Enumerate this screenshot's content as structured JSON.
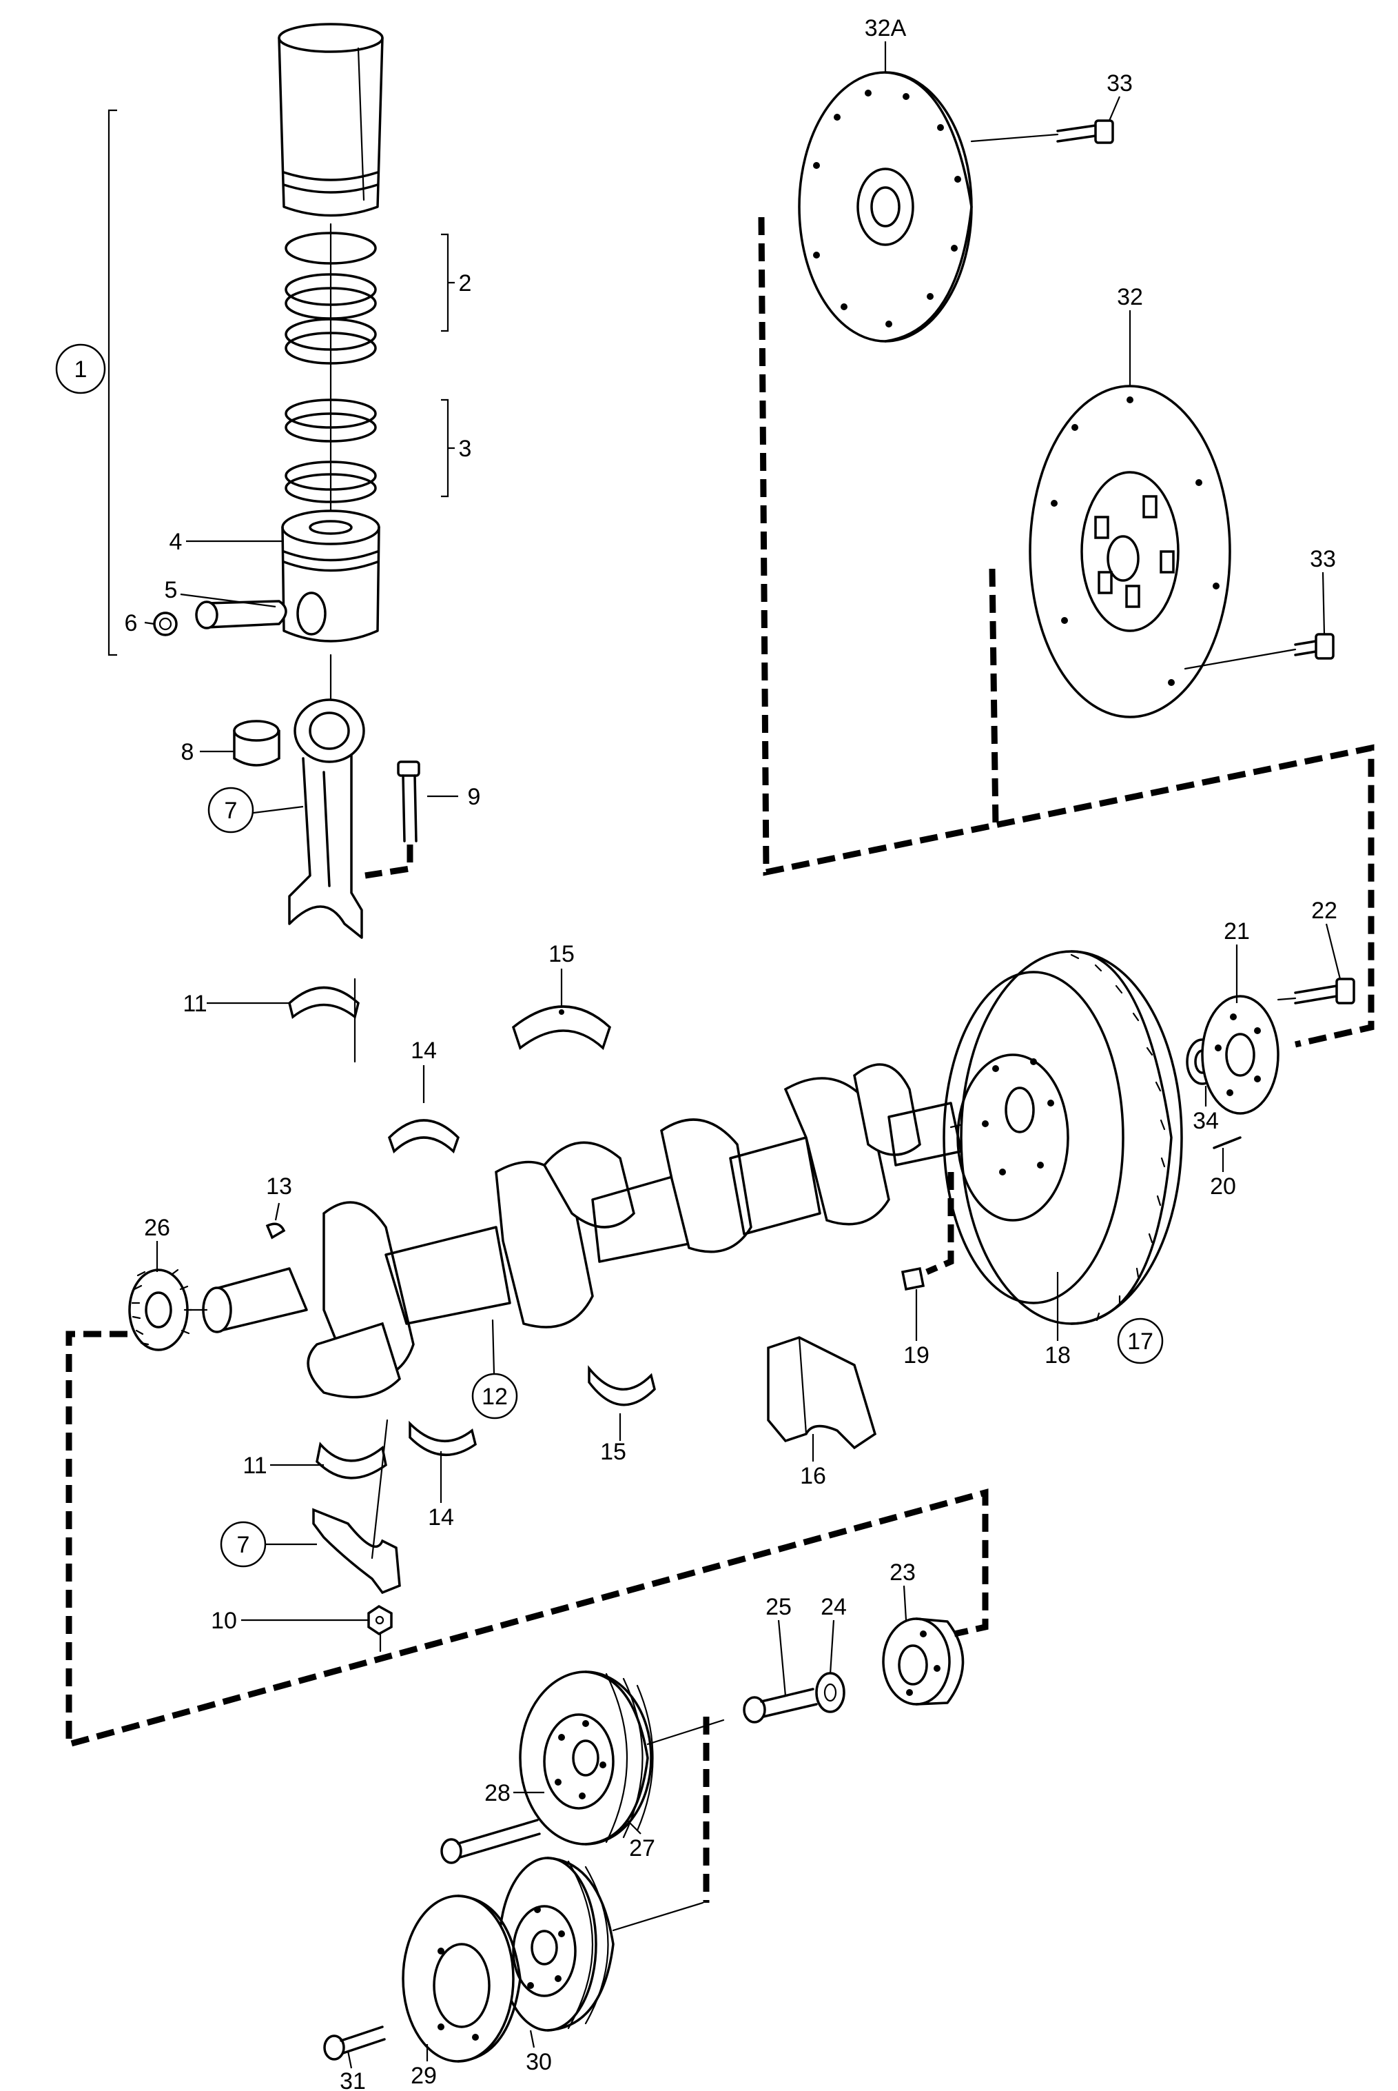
{
  "labels": {
    "l1": "1",
    "l2": "2",
    "l3": "3",
    "l4": "4",
    "l5": "5",
    "l6": "6",
    "l7a": "7",
    "l7b": "7",
    "l8": "8",
    "l9": "9",
    "l10": "10",
    "l11a": "11",
    "l11b": "11",
    "l12": "12",
    "l13": "13",
    "l14a": "14",
    "l14b": "14",
    "l15a": "15",
    "l15b": "15",
    "l16": "16",
    "l17": "17",
    "l18": "18",
    "l19": "19",
    "l20": "20",
    "l21": "21",
    "l22": "22",
    "l23": "23",
    "l24": "24",
    "l25": "25",
    "l26": "26",
    "l27": "27",
    "l28": "28",
    "l29": "29",
    "l30": "30",
    "l31": "31",
    "l32": "32",
    "l32a": "32A",
    "l33a": "33",
    "l33b": "33",
    "l34": "34"
  }
}
